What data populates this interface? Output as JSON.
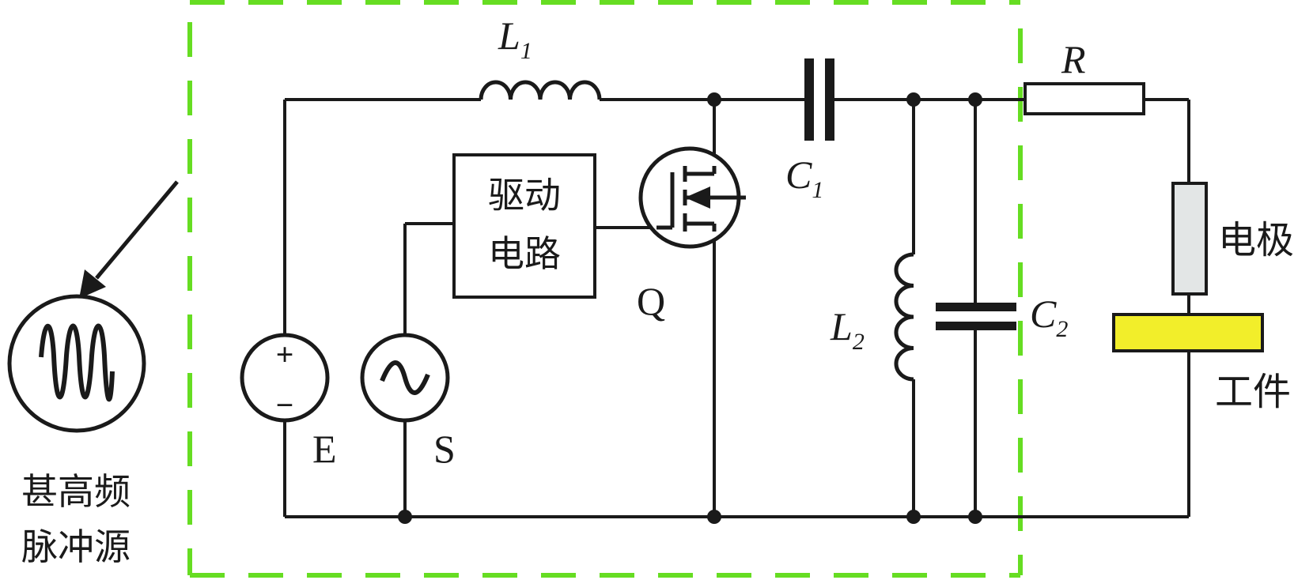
{
  "source_label": {
    "line1": "甚高频",
    "line2": "脉冲源"
  },
  "components": {
    "inductor_1": {
      "symbol": "L",
      "sub": "1"
    },
    "inductor_2": {
      "symbol": "L",
      "sub": "2"
    },
    "capacitor_1": {
      "symbol": "C",
      "sub": "1"
    },
    "capacitor_2": {
      "symbol": "C",
      "sub": "2"
    },
    "resistor": {
      "symbol": "R"
    },
    "dc_source": {
      "label": "E",
      "plus": "+",
      "minus": "−"
    },
    "signal_source": {
      "label": "S"
    },
    "mosfet": {
      "label": "Q"
    },
    "driver": {
      "line1": "驱动",
      "line2": "电路"
    },
    "electrode": {
      "label": "电极"
    },
    "workpiece": {
      "label": "工件"
    }
  },
  "colors": {
    "boundary_dash": "#66dd22",
    "wire": "#1a1a1a",
    "electrode_fill": "#e3e6e6",
    "workpiece_fill": "#f2ee2a"
  }
}
